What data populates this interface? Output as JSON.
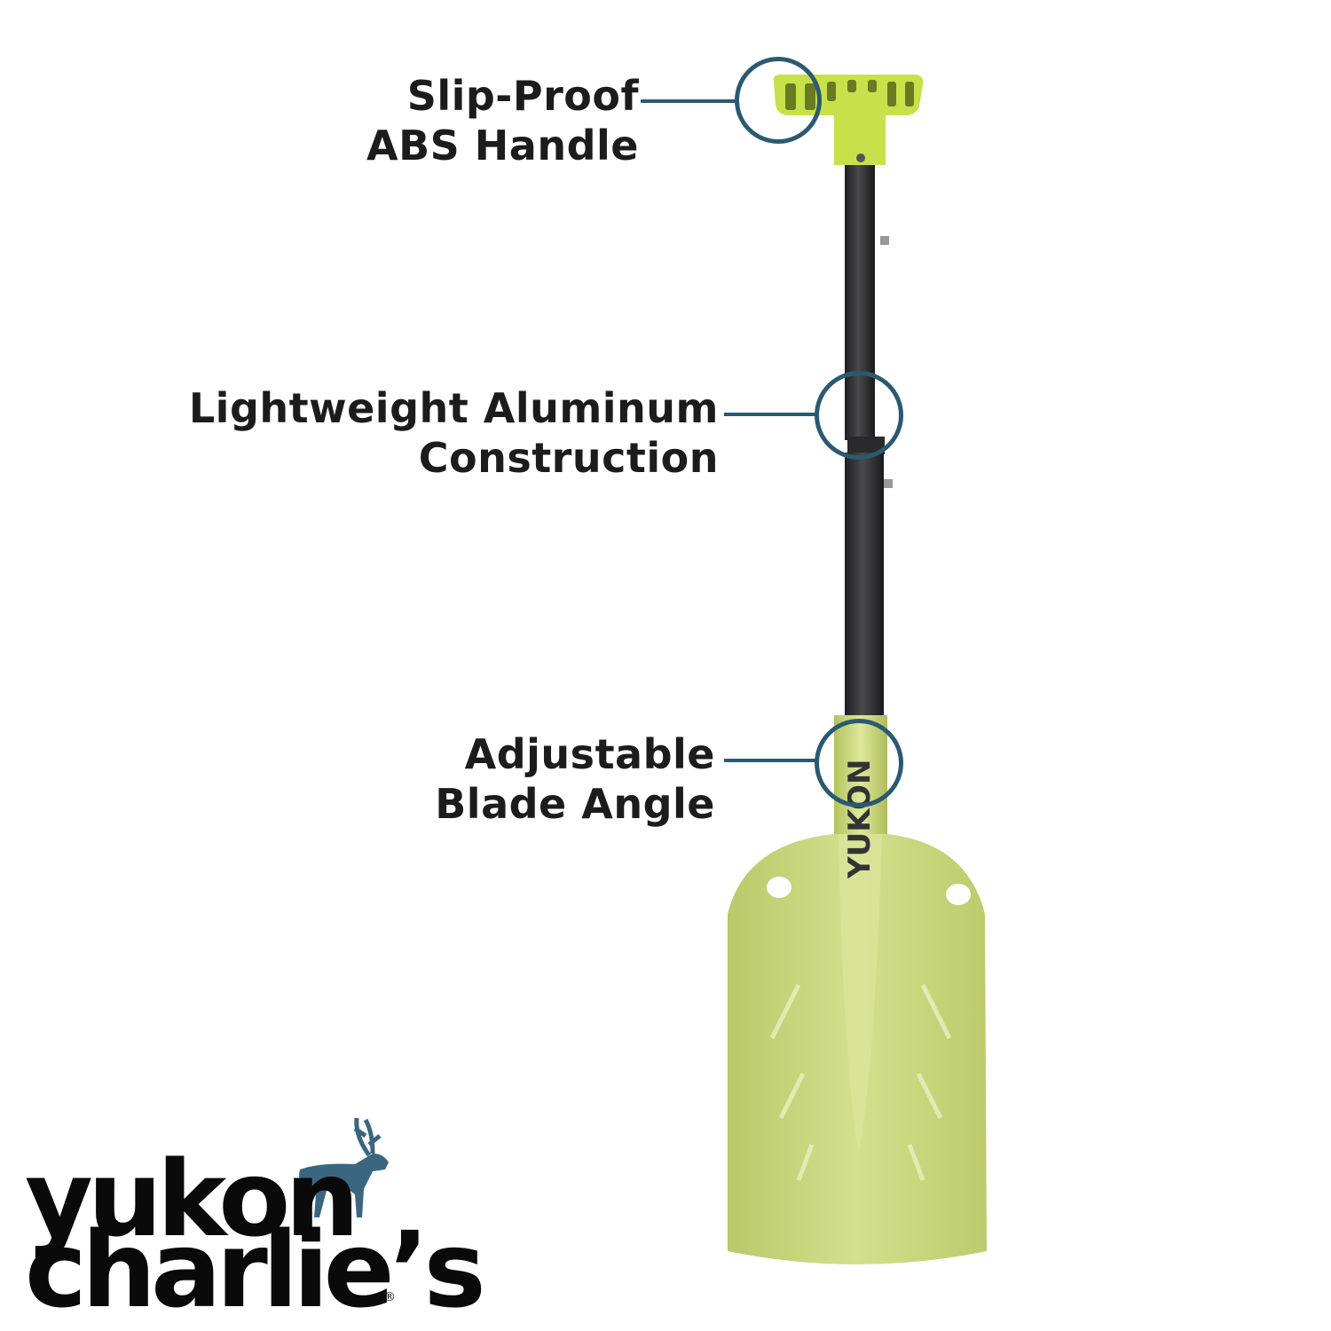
{
  "callouts": [
    {
      "line1": "Slip-Proof",
      "line2": "ABS Handle"
    },
    {
      "line1": "Lightweight Aluminum",
      "line2": "Construction"
    },
    {
      "line1": "Adjustable",
      "line2": "Blade Angle"
    }
  ],
  "product": {
    "shaft_print": "YUKON"
  },
  "brand": {
    "line1": "yukon",
    "line2": "charlie’s",
    "registered": "®",
    "logo_icon": "caribou-icon"
  },
  "colors": {
    "accent": "#2b5a70",
    "handle": "#c8e04a",
    "blade": "#c5d57a",
    "shaft": "#2e2e30",
    "text": "#1c1c1c"
  }
}
